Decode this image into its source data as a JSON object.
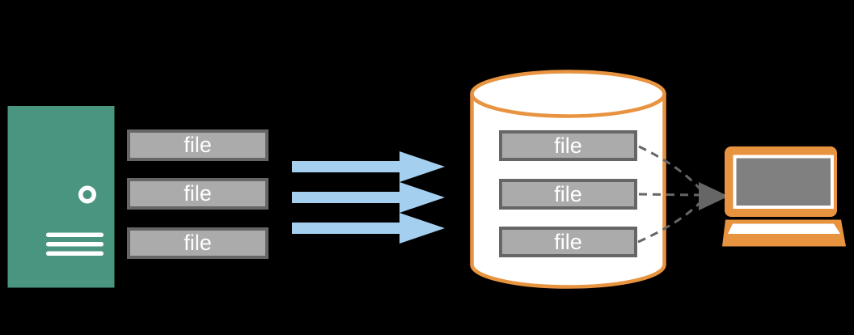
{
  "diagram": {
    "icons": {
      "source": "server-tower-icon",
      "storage": "database-cylinder-icon",
      "client": "laptop-icon",
      "transfer": "blue-right-arrow-icon",
      "retrieval": "dashed-converging-arrow-icon"
    },
    "colors": {
      "background": "#000000",
      "server_green": "#4A957F",
      "file_box_fill": "#ABABAB",
      "file_box_border": "#666666",
      "file_text": "#FFFFFF",
      "transfer_arrow_blue": "#A5CFEF",
      "outline_orange": "#E8933F",
      "laptop_screen_gray": "#808080",
      "dashed_line_gray": "#666666",
      "cylinder_fill": "#FFFFFF"
    },
    "server_files": [
      {
        "label": "file"
      },
      {
        "label": "file"
      },
      {
        "label": "file"
      }
    ],
    "database_files": [
      {
        "label": "file"
      },
      {
        "label": "file"
      },
      {
        "label": "file"
      }
    ],
    "counts": {
      "transfer_arrows": 3,
      "retrieval_lines": 3
    }
  }
}
